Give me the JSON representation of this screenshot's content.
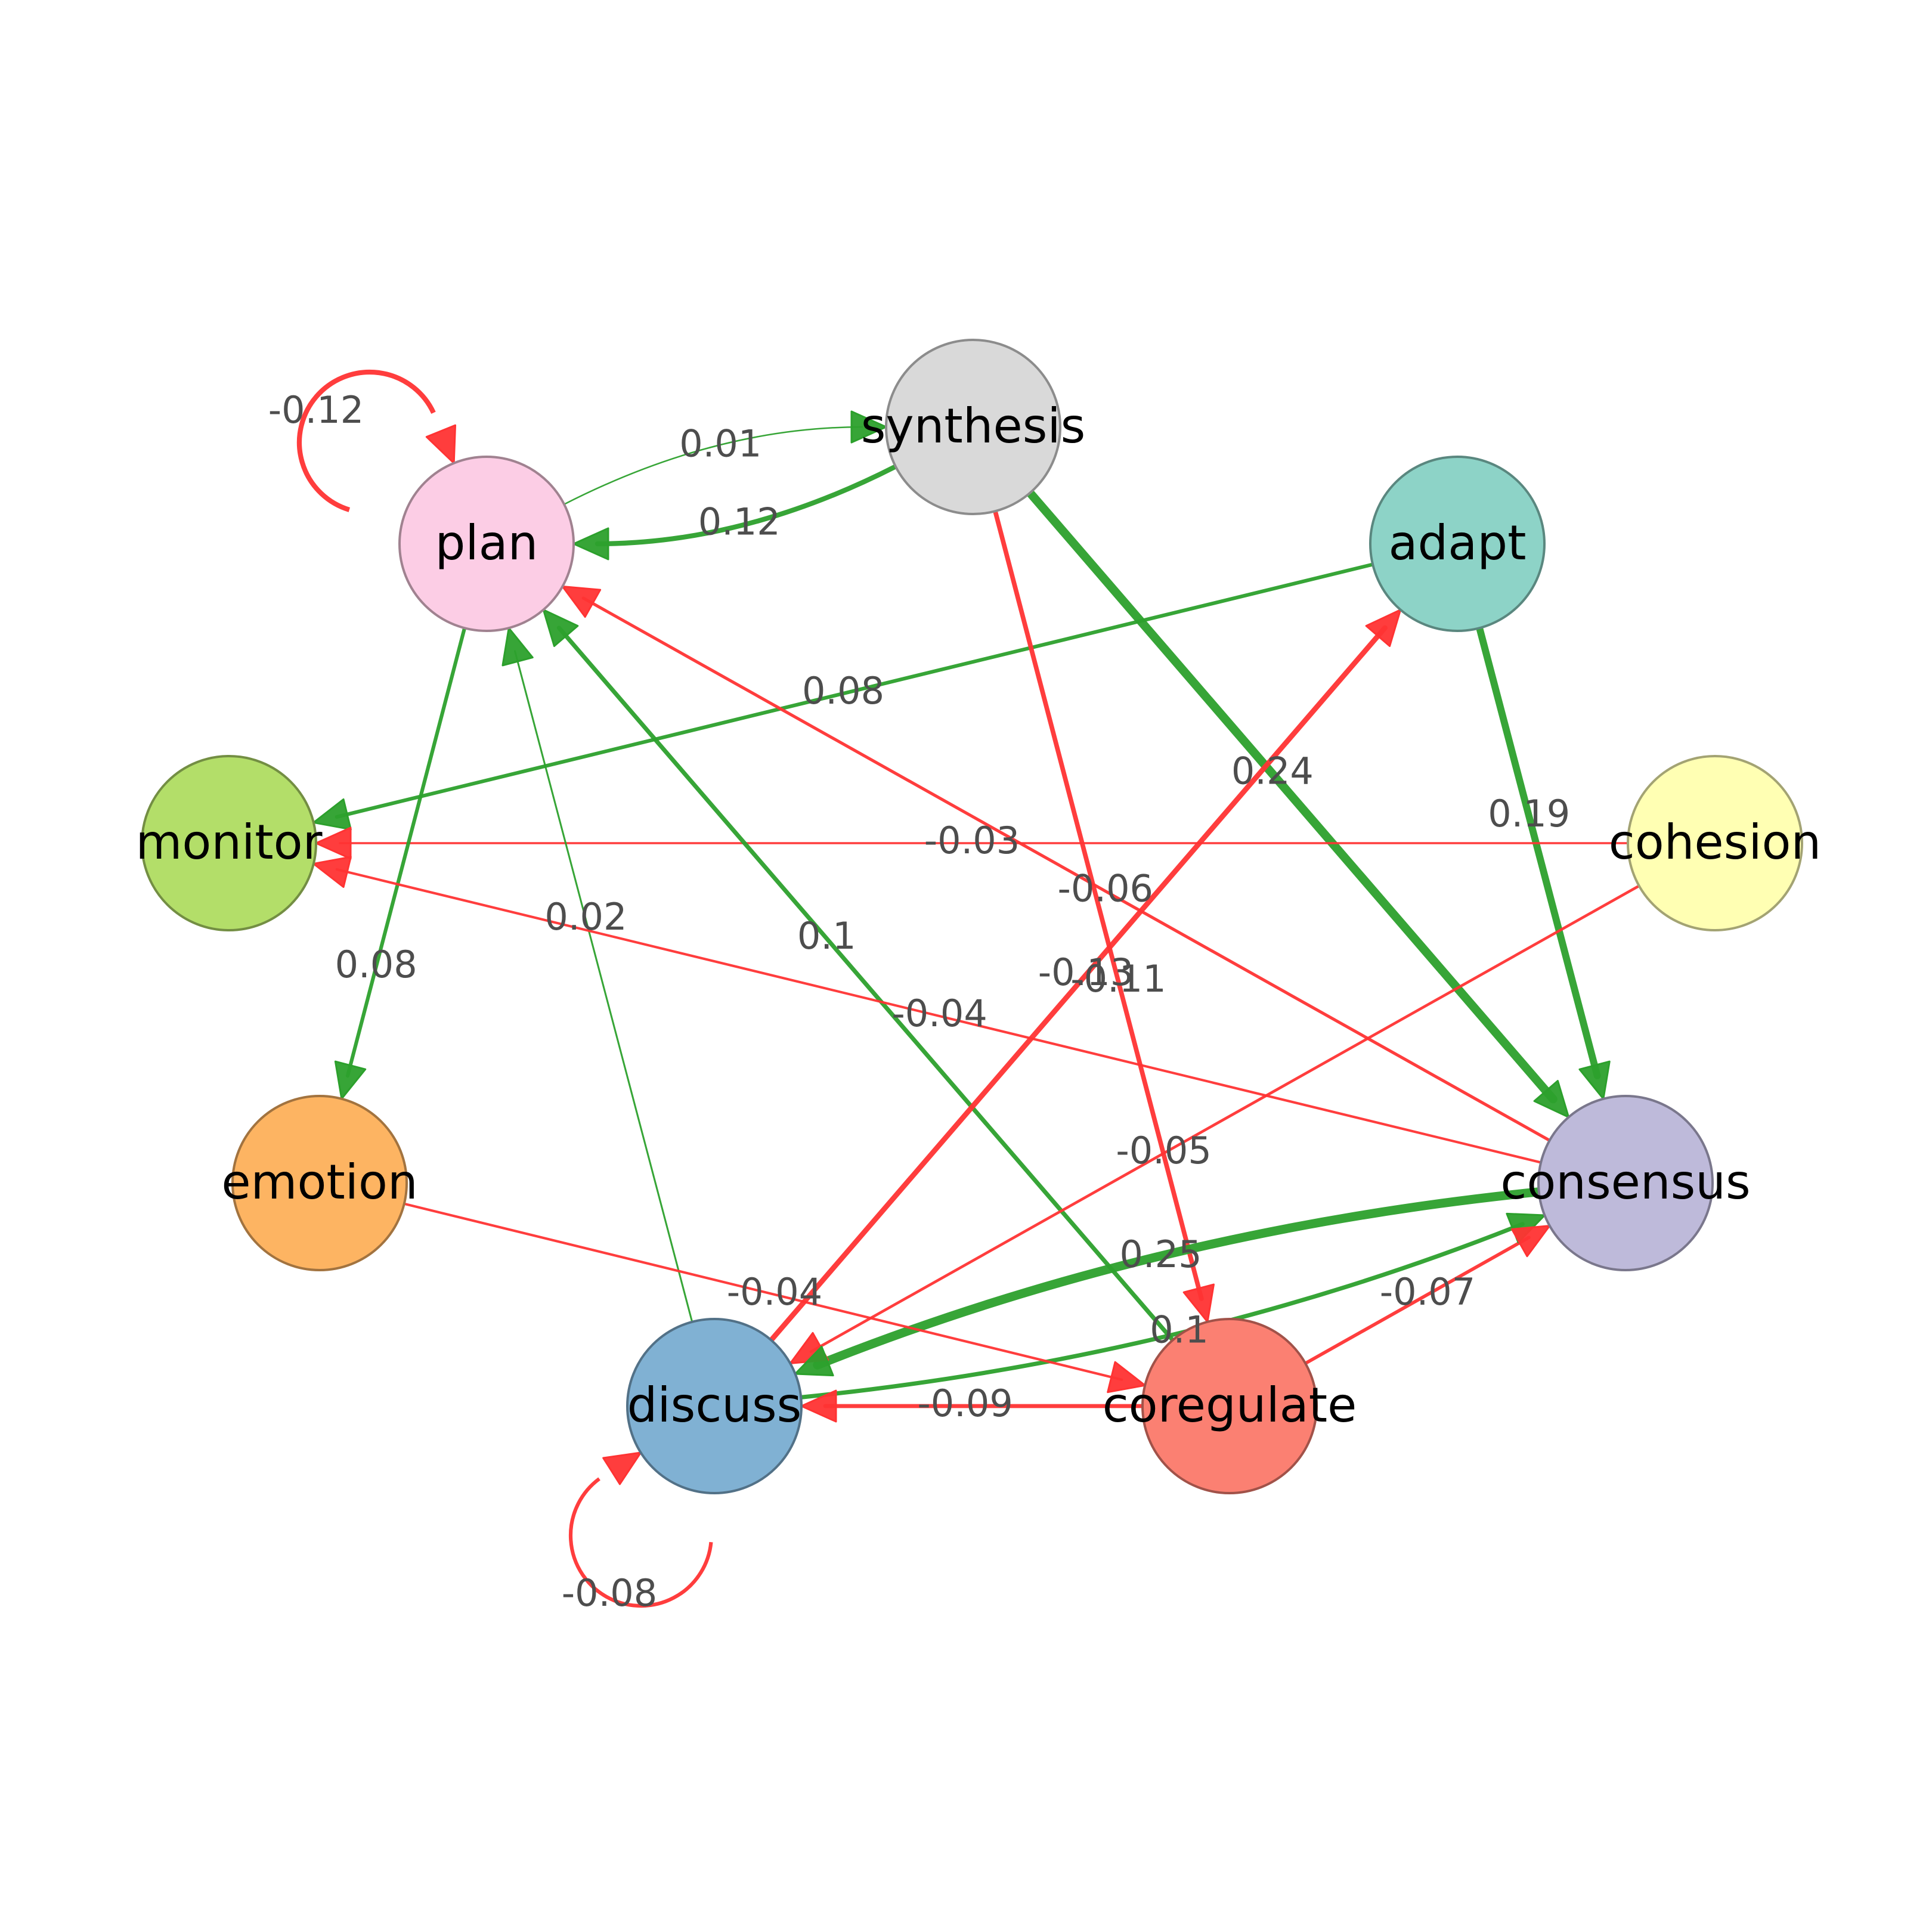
{
  "colors": {
    "positive": "#2ca02c",
    "negative": "#ff3333",
    "label": "#4d4d4d"
  },
  "nodes": [
    {
      "id": "synthesis",
      "label": "synthesis",
      "fill": "#d9d9d9",
      "stroke": "#8c8c8c"
    },
    {
      "id": "plan",
      "label": "plan",
      "fill": "#fccde5",
      "stroke": "#a08290"
    },
    {
      "id": "adapt",
      "label": "adapt",
      "fill": "#8dd3c7",
      "stroke": "#5a877f"
    },
    {
      "id": "monitor",
      "label": "monitor",
      "fill": "#b3de69",
      "stroke": "#738e43"
    },
    {
      "id": "cohesion",
      "label": "cohesion",
      "fill": "#ffffb3",
      "stroke": "#a3a373"
    },
    {
      "id": "emotion",
      "label": "emotion",
      "fill": "#fdb462",
      "stroke": "#a2733f"
    },
    {
      "id": "consensus",
      "label": "consensus",
      "fill": "#bebada",
      "stroke": "#7a778c"
    },
    {
      "id": "discuss",
      "label": "discuss",
      "fill": "#80b1d3",
      "stroke": "#527187"
    },
    {
      "id": "coregulate",
      "label": "coregulate",
      "fill": "#fb8072",
      "stroke": "#a15249"
    }
  ],
  "edges": [
    {
      "from": "plan",
      "to": "plan",
      "weight": -0.12,
      "label": "-0.12"
    },
    {
      "from": "plan",
      "to": "synthesis",
      "weight": 0.01,
      "label": "0.01"
    },
    {
      "from": "synthesis",
      "to": "plan",
      "weight": 0.12,
      "label": "0.12"
    },
    {
      "from": "adapt",
      "to": "monitor",
      "weight": 0.08,
      "label": "0.08"
    },
    {
      "from": "synthesis",
      "to": "consensus",
      "weight": 0.24,
      "label": "0.24"
    },
    {
      "from": "adapt",
      "to": "consensus",
      "weight": 0.19,
      "label": "0.19"
    },
    {
      "from": "cohesion",
      "to": "monitor",
      "weight": -0.03,
      "label": "-0.03"
    },
    {
      "from": "consensus",
      "to": "plan",
      "weight": -0.06,
      "label": "-0.06"
    },
    {
      "from": "plan",
      "to": "emotion",
      "weight": 0.08,
      "label": "0.08"
    },
    {
      "from": "synthesis",
      "to": "coregulate",
      "weight": -0.11,
      "label": "-0.11"
    },
    {
      "from": "discuss",
      "to": "plan",
      "weight": 0.02,
      "label": "0.02"
    },
    {
      "from": "coregulate",
      "to": "plan",
      "weight": 0.1,
      "label": "0.1"
    },
    {
      "from": "discuss",
      "to": "adapt",
      "weight": -0.13,
      "label": "-0.13"
    },
    {
      "from": "consensus",
      "to": "monitor",
      "weight": -0.04,
      "label": "-0.04"
    },
    {
      "from": "cohesion",
      "to": "discuss",
      "weight": -0.05,
      "label": "-0.05"
    },
    {
      "from": "consensus",
      "to": "discuss",
      "weight": 0.25,
      "label": "0.25"
    },
    {
      "from": "discuss",
      "to": "consensus",
      "weight": 0.1,
      "label": "0.1"
    },
    {
      "from": "coregulate",
      "to": "consensus",
      "weight": -0.07,
      "label": "-0.07"
    },
    {
      "from": "emotion",
      "to": "coregulate",
      "weight": -0.04,
      "label": "-0.04"
    },
    {
      "from": "coregulate",
      "to": "discuss",
      "weight": -0.09,
      "label": "-0.09"
    },
    {
      "from": "discuss",
      "to": "discuss",
      "weight": -0.08,
      "label": "-0.08"
    }
  ]
}
